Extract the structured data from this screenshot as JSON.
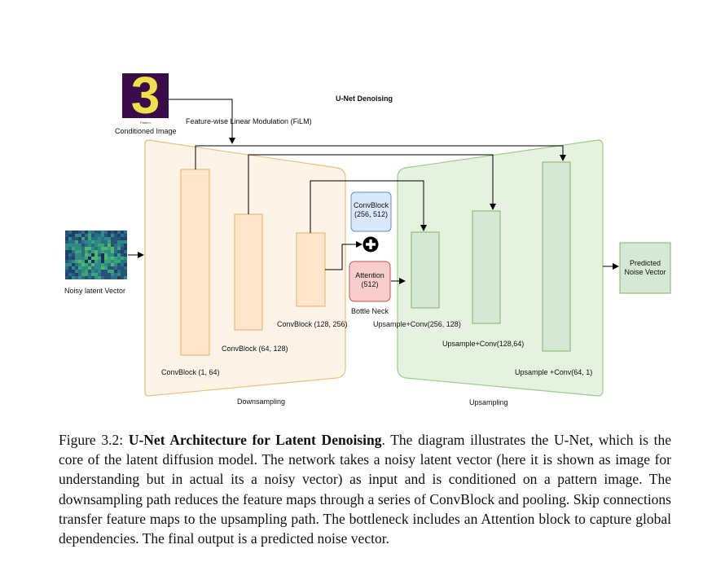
{
  "diagram": {
    "title": "U-Net Denoising",
    "conditioned_image_glyph": "3",
    "conditioned_image_tiny_caption": "Pattern",
    "conditioned_image_label": "Conditioned Image",
    "film_label": "Feature-wise Linear Modulation (FiLM)",
    "noisy_vector_label": "Noisy latent Vector",
    "encoder": {
      "section_label": "Downsampling",
      "blocks": [
        "ConvBlock (1, 64)",
        "ConvBlock (64, 128)",
        "ConvBlock (128, 256)"
      ]
    },
    "bottleneck": {
      "conv_block_line1": "ConvBlock",
      "conv_block_line2": "(256, 512)",
      "attention_line1": "Attention",
      "attention_line2": "(512)",
      "label": "Bottle Neck"
    },
    "decoder": {
      "section_label": "Upsampling",
      "blocks": [
        "Upsample+Conv(256, 128)",
        "Upsample+Conv(128,64)",
        "Upsample +Conv(64, 1)"
      ]
    },
    "output_line1": "Predicted",
    "output_line2": "Noise Vector",
    "colors": {
      "encoder_fill": "#fdf3e6",
      "encoder_stroke": "#e9c07a",
      "encoder_block_fill": "#ffe6cc",
      "encoder_block_stroke": "#e5b066",
      "decoder_fill": "#e6f2e0",
      "decoder_stroke": "#9ccc8a",
      "decoder_block_fill": "#d5e8d4",
      "decoder_block_stroke": "#82b366",
      "convblock_fill": "#dae8fc",
      "convblock_stroke": "#6c8ebf",
      "attention_fill": "#f8cecc",
      "attention_stroke": "#b85450"
    },
    "icons": [
      "plus-circle-icon",
      "arrow-icon"
    ]
  },
  "caption": {
    "fig_label": "Figure 3.2: ",
    "fig_title": "U-Net Architecture for Latent Denoising",
    "text": ". The diagram illustrates the U-Net, which is the core of the latent diffusion model. The network takes a noisy latent vector (here it is shown as image for understanding but in actual its a noisy vector) as input and is conditioned on a pattern image. The downsampling path reduces the feature maps through a series of ConvBlock and pooling. Skip connections transfer feature maps to the upsampling path. The bottleneck includes an Attention block to capture global dependencies. The final output is a predicted noise vector."
  }
}
